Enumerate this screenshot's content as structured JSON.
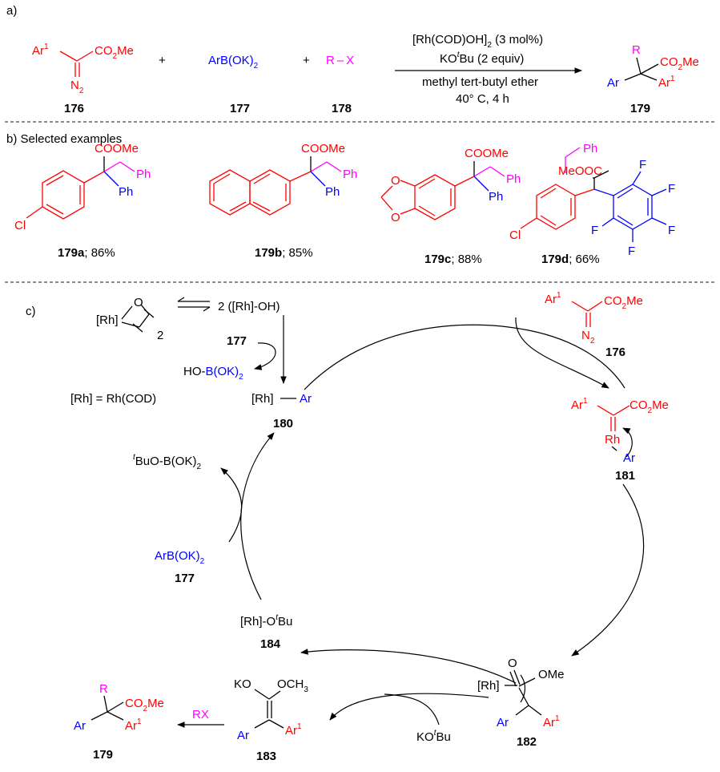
{
  "panel_a": {
    "label": "a)",
    "reactant1": {
      "ar": "Ar",
      "ar_sup": "1",
      "ester": "CO",
      "ester_sub": "2",
      "ester_end": "Me",
      "n2": "N",
      "n2_sub": "2",
      "number": "176"
    },
    "plus1": "+",
    "reactant2": {
      "text": "ArB(OK)",
      "sub": "2",
      "number": "177"
    },
    "plus2": "+",
    "reactant3": {
      "text": "R – X",
      "number": "178"
    },
    "conditions": {
      "line1_pre": "[Rh(COD)OH]",
      "line1_sub": "2",
      "line1_post": " (3 mol%)",
      "line2_pre": "KO",
      "line2_sup": "t",
      "line2_post": "Bu (2 equiv)",
      "line3": "methyl tert-butyl ether",
      "line4": "40° C, 4 h"
    },
    "product": {
      "r": "R",
      "ester": "CO",
      "ester_sub": "2",
      "ester_end": "Me",
      "ar": "Ar",
      "ar1": "Ar",
      "ar1_sup": "1",
      "number": "179"
    }
  },
  "panel_b": {
    "label": "b) Selected examples",
    "examples": [
      {
        "ester": "COOMe",
        "ph1": "Ph",
        "ph2": "Ph",
        "cl": "Cl",
        "number": "179a",
        "yield": "; 86%"
      },
      {
        "ester": "COOMe",
        "ph1": "Ph",
        "ph2": "Ph",
        "number": "179b",
        "yield": "; 85%"
      },
      {
        "ester": "COOMe",
        "ph1": "Ph",
        "ph2": "Ph",
        "o1": "O",
        "o2": "O",
        "number": "179c",
        "yield": "; 88%"
      },
      {
        "ester": "MeOOC",
        "ph1": "Ph",
        "cl": "Cl",
        "f": "F",
        "number": "179d",
        "yield": "; 66%"
      }
    ]
  },
  "panel_c": {
    "label": "c)",
    "dimer": {
      "rh": "[Rh]",
      "o": "O",
      "count": "2"
    },
    "monomer": "2 ([Rh]-OH)",
    "reagent_177": "177",
    "byproduct": {
      "pre": "HO-",
      "blue": "B(OK)",
      "sub": "2"
    },
    "rh_def": "[Rh] = Rh(COD)",
    "int_180": {
      "rh": "[Rh]",
      "ar": "Ar",
      "number": "180"
    },
    "diazo_176": {
      "ar": "Ar",
      "ar_sup": "1",
      "ester": "CO",
      "ester_sub": "2",
      "ester_end": "Me",
      "n2": "N",
      "n2_sub": "2",
      "number": "176"
    },
    "int_181": {
      "ar": "Ar",
      "ar_sup": "1",
      "ester": "CO",
      "ester_sub": "2",
      "ester_end": "Me",
      "rh": "Rh",
      "ar2": "Ar",
      "number": "181"
    },
    "int_182": {
      "o": "O",
      "ome": "OMe",
      "rh": "[Rh]",
      "ar": "Ar",
      "ar1": "Ar",
      "ar1_sup": "1",
      "number": "182"
    },
    "kotbu": {
      "pre": "KO",
      "sup": "t",
      "post": "Bu"
    },
    "int_183": {
      "ko": "KO",
      "och3": "OCH",
      "och3_sub": "3",
      "ar": "Ar",
      "ar1": "Ar",
      "ar1_sup": "1",
      "number": "183"
    },
    "rx": "RX",
    "product_179": {
      "r": "R",
      "ester": "CO",
      "ester_sub": "2",
      "ester_end": "Me",
      "ar": "Ar",
      "ar1": "Ar",
      "ar1_sup": "1",
      "number": "179"
    },
    "int_184": {
      "pre": "[Rh]-O",
      "sup": "t",
      "post": "Bu",
      "number": "184"
    },
    "tbuo": {
      "sup": "t",
      "pre": "BuO-B(OK)",
      "sub": "2"
    },
    "arbok": {
      "text": "ArB(OK)",
      "sub": "2",
      "number": "177"
    }
  }
}
